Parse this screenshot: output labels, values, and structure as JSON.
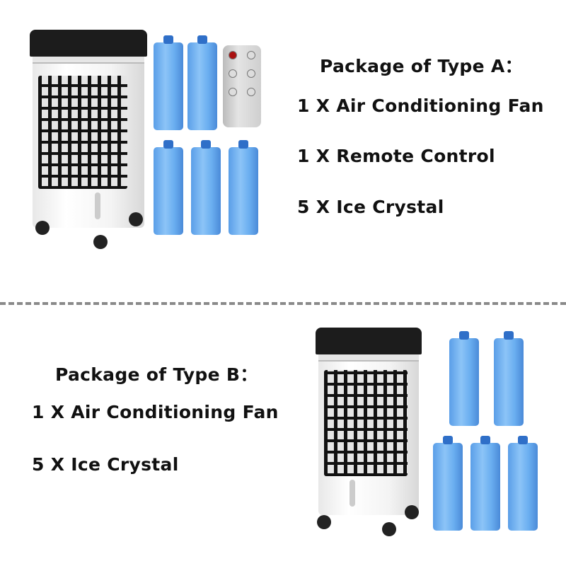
{
  "package_a": {
    "title": "Package of Type A：",
    "items": [
      "1 X Air Conditioning Fan",
      "1 X Remote Control",
      "5 X Ice Crystal"
    ]
  },
  "package_b": {
    "title": "Package of Type B：",
    "items": [
      "1 X Air Conditioning Fan",
      "5 X Ice Crystal"
    ]
  },
  "colors": {
    "ice": "#6aaef0",
    "divider": "#8a8a8a"
  }
}
